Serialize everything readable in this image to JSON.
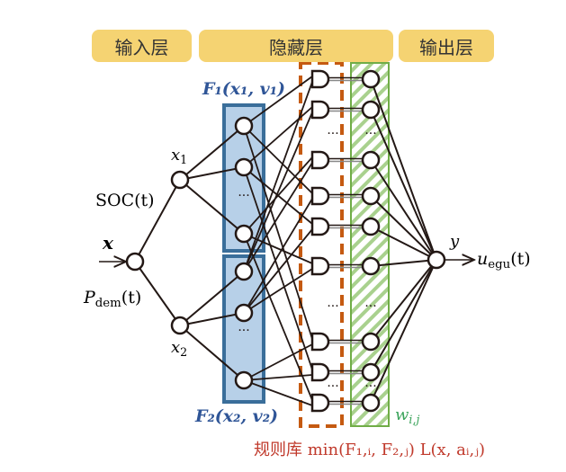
{
  "headers": {
    "input": "输入层",
    "hidden": "隐藏层",
    "output": "输出层"
  },
  "labels": {
    "input_vector": "x",
    "soc": "SOC(t)",
    "p_dem_main": "P",
    "p_dem_sub": "dem",
    "p_dem_tail": "(t)",
    "x1_main": "x",
    "x1_sub": "1",
    "x2_main": "x",
    "x2_sub": "2",
    "f1": "F₁(x₁, v₁)",
    "f2": "F₂(x₂, v₂)",
    "weight_main": "w",
    "weight_sub": "i,j",
    "y": "y",
    "output_main": "u",
    "output_sub": "egu",
    "output_tail": "(t)",
    "rule_base": "规则库 min(F₁,ᵢ, F₂,ⱼ) L(x, aᵢ,ⱼ)",
    "ellipsis": "···"
  },
  "colors": {
    "header_bg": "#f5d372",
    "membership_fill": "#b7d0e8",
    "membership_border": "#3a6e9a",
    "membership_text": "#2f5597",
    "rule_dashed": "#c55a11",
    "weight_stripe": "#a9d18e",
    "weight_border": "#70ad47",
    "weight_text": "#3aa35a",
    "rule_text": "#c0392b",
    "line": "#231815"
  },
  "network": {
    "membership_nodes_per_input": 3,
    "rule_nodes": 9,
    "output_nodes": 1
  }
}
